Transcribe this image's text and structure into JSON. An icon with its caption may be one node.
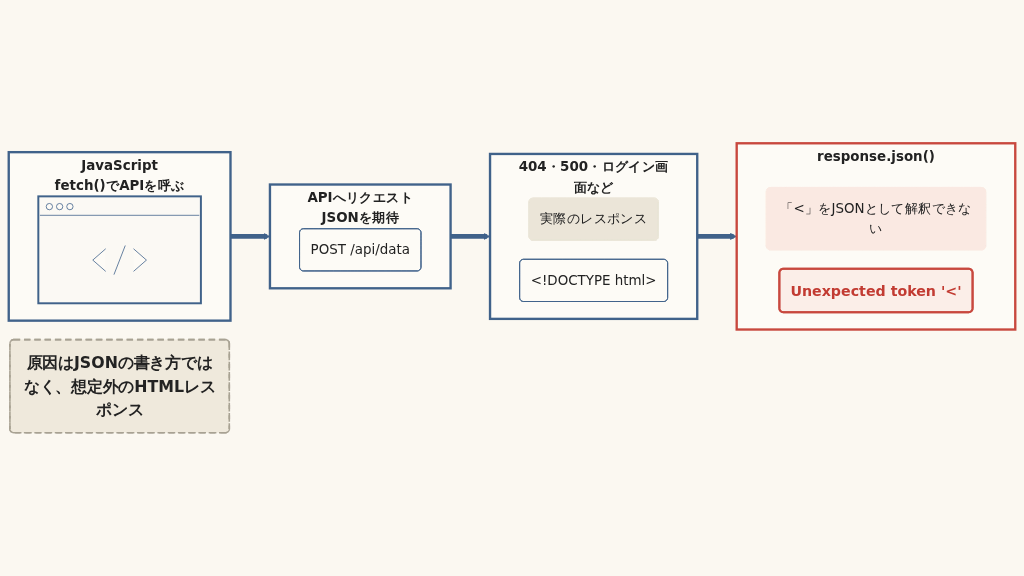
{
  "diagram": {
    "nodes": [
      {
        "text": [
          "JavaScript",
          "fetch()でAPIを呼ぶ"
        ]
      },
      {
        "text": [],
        "shape": "picture",
        "in": 0
      },
      {
        "text": [
          "APIへリクエスト",
          "JSONを期待"
        ]
      },
      {
        "text": [
          "POST /api/data"
        ],
        "in": 2
      },
      {
        "text": [
          "404・500・ログイン画面など"
        ]
      },
      {
        "text": [
          "実際のレスポンス"
        ],
        "in": 4
      },
      {
        "text": [
          "<!DOCTYPE html>"
        ],
        "in": 4
      },
      {
        "text": [
          "response.json()"
        ]
      },
      {
        "text": [
          "「<」をJSONとして解釈できない"
        ],
        "in": 7
      },
      {
        "text": [
          "Unexpected token '<'"
        ],
        "in": 7
      },
      {
        "text": [
          "原因はJSONの書き方ではなく、想定外のHTMLレスポンス"
        ]
      }
    ],
    "edges": [
      {
        "from": 0,
        "to": 2,
        "arrow": "to"
      },
      {
        "from": 2,
        "to": 4,
        "arrow": "to"
      },
      {
        "from": 4,
        "to": 7,
        "arrow": "to"
      }
    ]
  }
}
